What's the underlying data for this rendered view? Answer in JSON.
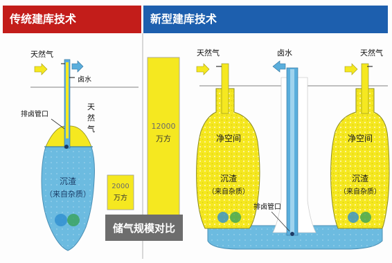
{
  "header": {
    "traditional": "传统建库技术",
    "new_type": "新型建库技术"
  },
  "traditional_cavern": {
    "gas_label": "天然气",
    "brine_label": "卤水",
    "brine_outlet_label": "排卤管口",
    "gas_vertical_label": [
      "天",
      "然",
      "气"
    ],
    "sediment_label": "沉渣",
    "sediment_sublabel": "（来自杂质）"
  },
  "comparison": {
    "small_value_line1": "2000",
    "small_value_line2": "万方",
    "large_value_line1": "12000",
    "large_value_line2": "万方",
    "caption": "储气规模对比",
    "small_value": 2000,
    "large_value": 12000
  },
  "new_cavern": {
    "gas_left_label": "天然气",
    "gas_right_label": "天然气",
    "brine_label": "卤水",
    "clean_space_label": "净空间",
    "sediment_label": "沉渣",
    "sediment_sublabel": "（来自杂质）",
    "brine_outlet_label": "排卤管口"
  },
  "colors": {
    "gas_yellow": "#f5e820",
    "brine_blue": "#69b9de",
    "header_red": "#c31d1a",
    "header_blue": "#1d5fae",
    "pipe_blue": "#5aaedc",
    "caption_gray": "#6d6d6d"
  }
}
